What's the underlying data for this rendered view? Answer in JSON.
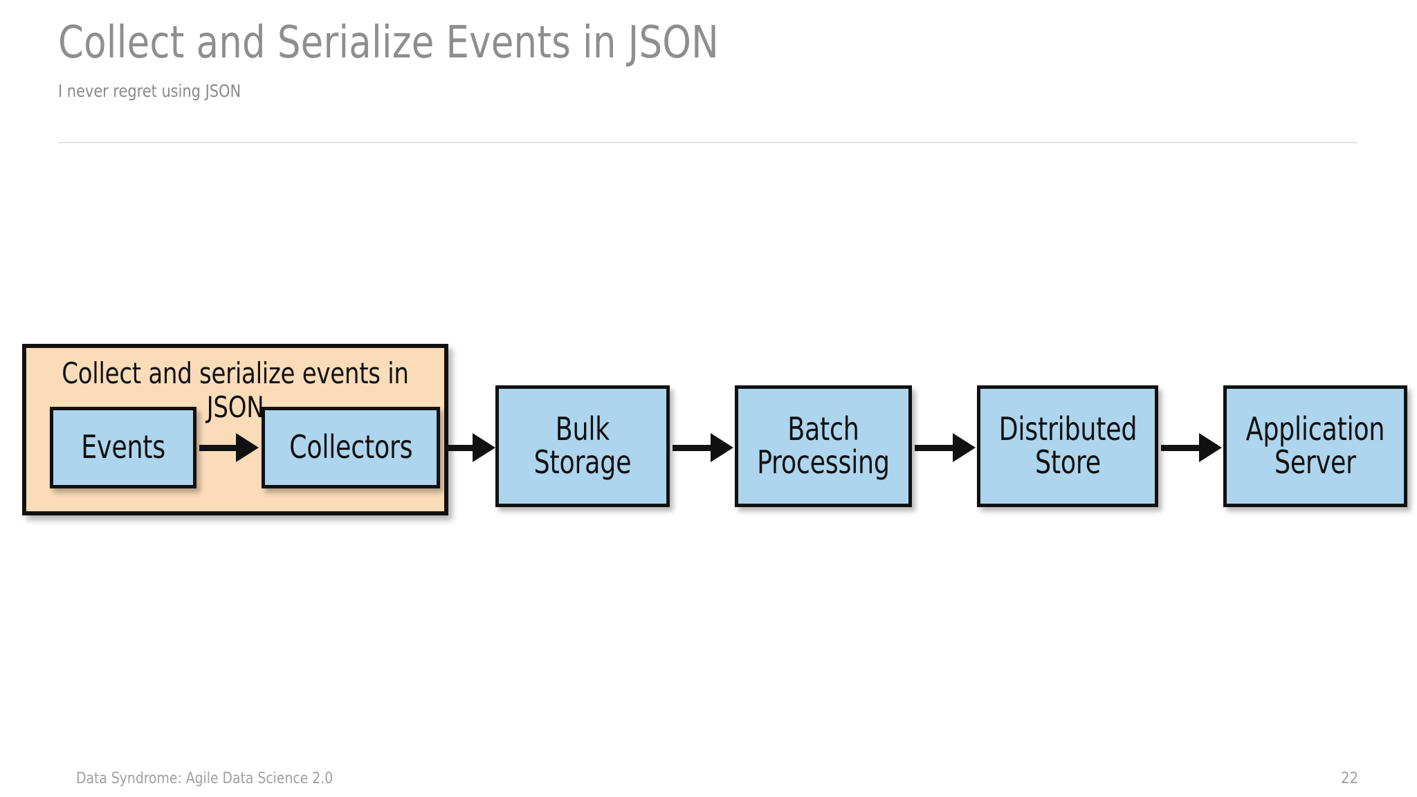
{
  "slide": {
    "title": "Collect and Serialize Events in JSON",
    "subtitle": "I never regret using JSON"
  },
  "colors": {
    "title_gray": "#8e8e8e",
    "subtitle_gray": "#8a8a8a",
    "rule_gray": "#e3e3e3",
    "node_blue": "#aed5ee",
    "group_orange": "#fadcb8",
    "stroke_black": "#111111",
    "footer_gray": "#a0a0a0"
  },
  "diagram": {
    "group": {
      "label": "Collect and serialize events in JSON",
      "nodes": [
        {
          "label": "Events"
        },
        {
          "label": "Collectors"
        }
      ]
    },
    "pipeline_nodes": [
      {
        "label": "Bulk\nStorage"
      },
      {
        "label": "Batch\nProcessing"
      },
      {
        "label": "Distributed\nStore"
      },
      {
        "label": "Application\nServer"
      }
    ],
    "arrows": [
      {
        "from": "Events",
        "to": "Collectors"
      },
      {
        "from": "Collectors",
        "to": "Bulk Storage"
      },
      {
        "from": "Bulk Storage",
        "to": "Batch Processing"
      },
      {
        "from": "Batch Processing",
        "to": "Distributed Store"
      },
      {
        "from": "Distributed Store",
        "to": "Application Server"
      }
    ]
  },
  "footer": {
    "attribution": "Data Syndrome: Agile Data Science 2.0",
    "page_number": "22"
  }
}
